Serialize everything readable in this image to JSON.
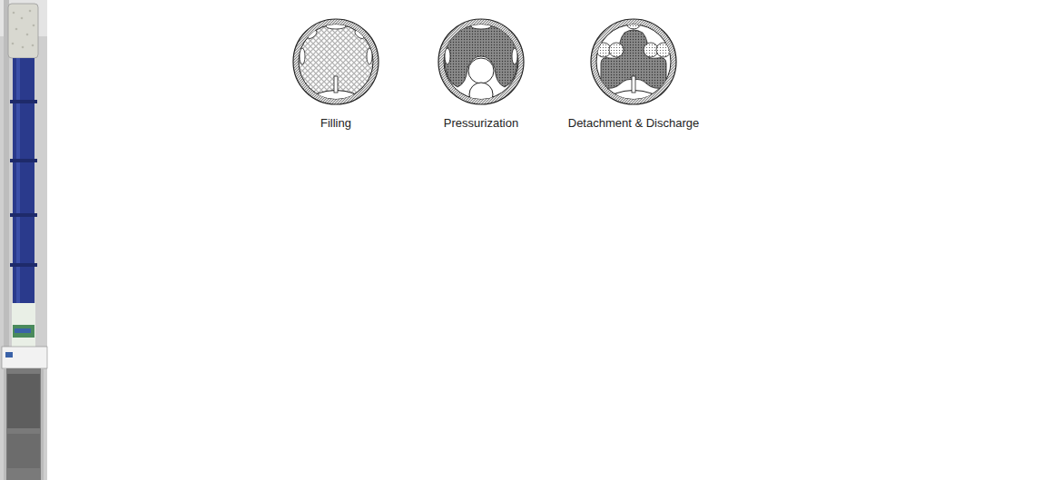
{
  "diagram": {
    "labels": [
      "Filling",
      "Pressurization",
      "Detachment & Discharge"
    ]
  }
}
